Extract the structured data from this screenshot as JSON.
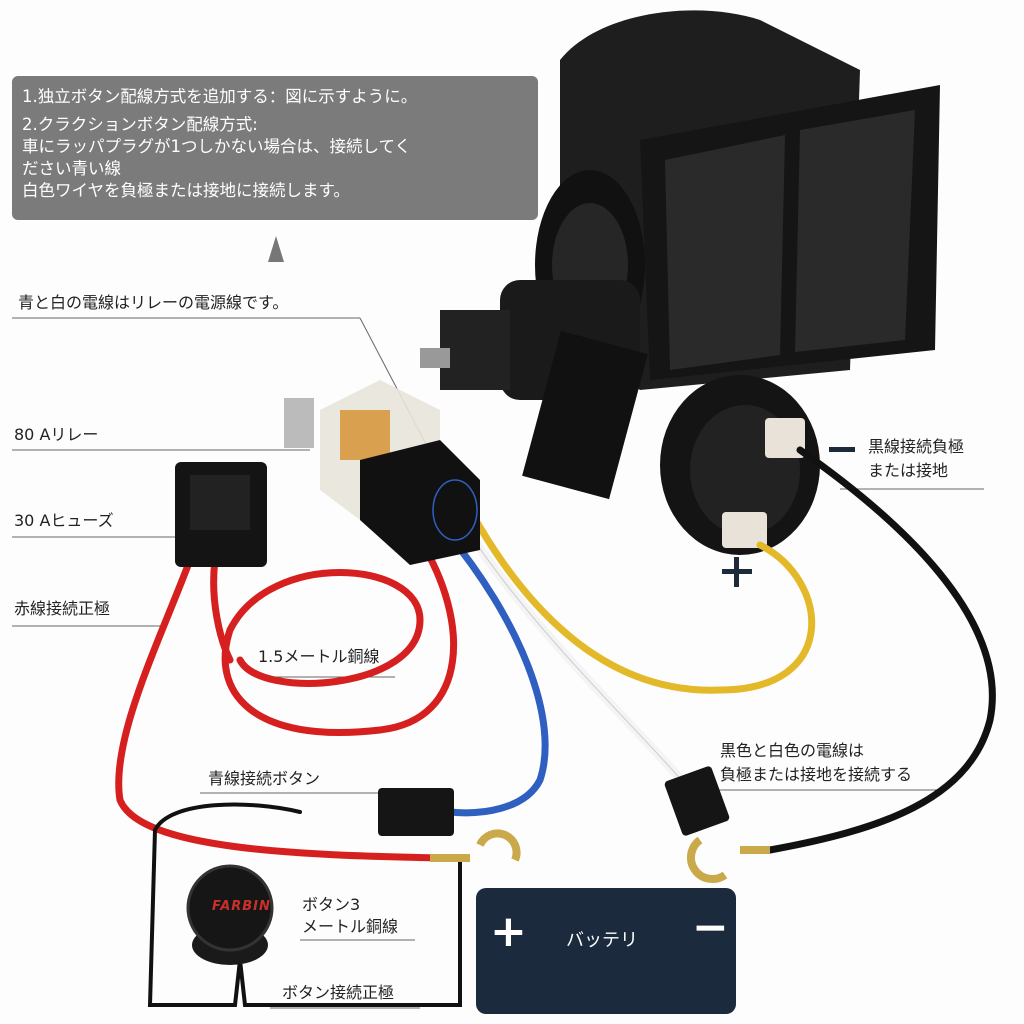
{
  "info_box": {
    "line1": "1.独立ボタン配線方式を追加する：図に示すように。",
    "line2": "2.クラクションボタン配線方式:",
    "line3": "車にラッパプラグが1つしかない場合は、接続してく",
    "line4": "ださい青い線",
    "line5": "白色ワイヤを負極または接地に接続します。"
  },
  "labels": {
    "power_wires": "青と白の電線はリレーの電源線です。",
    "relay": "80 Aリレー",
    "fuse": "30 Aヒューズ",
    "red_positive": "赤線接続正極",
    "copper_wire": "1.5メートル銅線",
    "blue_button": "青線接続ボタン",
    "button_3m_line1": "ボタン3",
    "button_3m_line2": "メートル銅線",
    "button_positive": "ボタン接続正極",
    "black_negative_line1": "黒線接続負極",
    "black_negative_line2": "または接地",
    "black_white_line1": "黒色と白色の電線は",
    "black_white_line2": "負極または接地を接続する",
    "battery": "バッテリ",
    "battery_plus": "+",
    "battery_minus": "−",
    "horn_plus": "+",
    "horn_minus": "−"
  },
  "brand": "FARBIN"
}
